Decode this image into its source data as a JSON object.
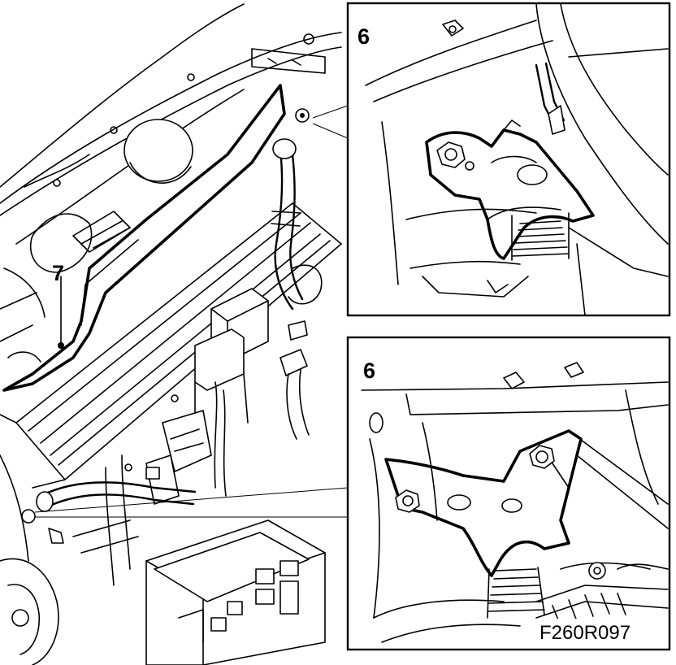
{
  "callouts": {
    "top_inset": "6",
    "bottom_inset": "6",
    "main_view": "7"
  },
  "figure_code": "F260R097",
  "colors": {
    "ink": "#000000",
    "paper": "#ffffff"
  }
}
